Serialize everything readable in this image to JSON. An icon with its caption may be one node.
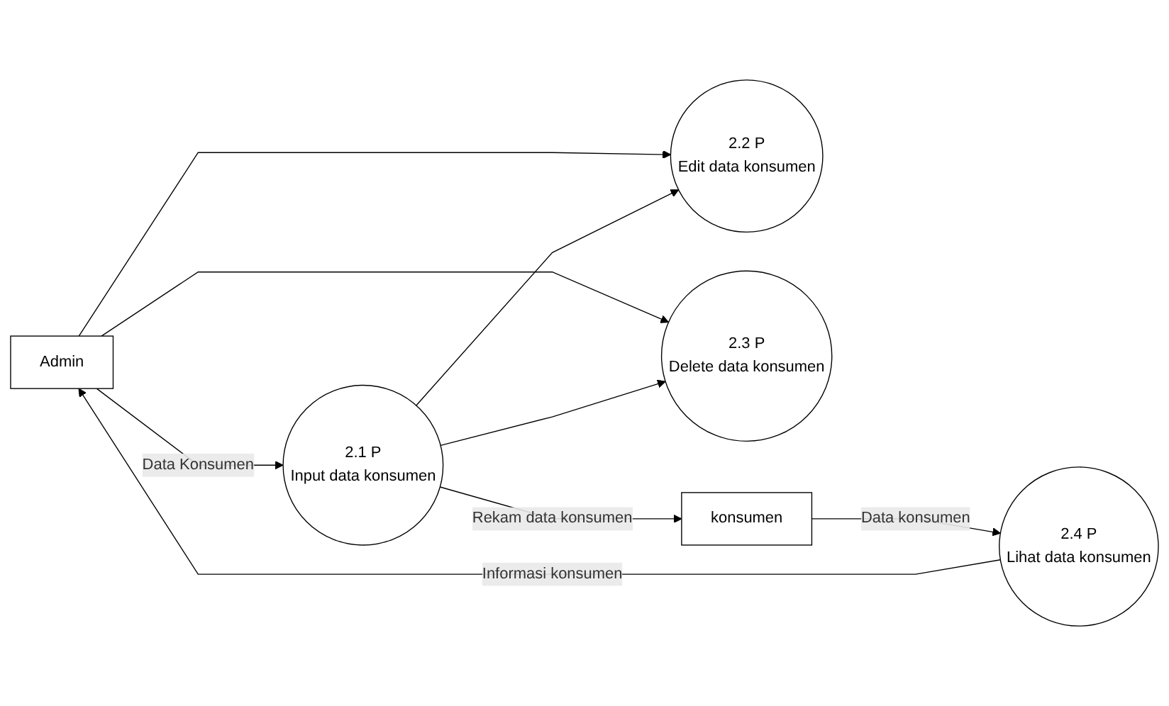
{
  "diagram": {
    "nodes": [
      {
        "text": [
          "Admin"
        ]
      },
      {
        "text": [
          "2.1 P",
          "Input data konsumen"
        ]
      },
      {
        "text": [
          "2.2 P",
          "Edit data konsumen"
        ]
      },
      {
        "text": [
          "2.3 P",
          "Delete data konsumen"
        ]
      },
      {
        "text": [
          "konsumen"
        ]
      },
      {
        "text": [
          "2.4 P",
          "Lihat data konsumen"
        ]
      }
    ],
    "edges": [
      {
        "from": 0,
        "to": 1,
        "arrow": "to",
        "label": "Data Konsumen"
      },
      {
        "from": 0,
        "to": 2,
        "arrow": "to"
      },
      {
        "from": 0,
        "to": 3,
        "arrow": "to"
      },
      {
        "from": 1,
        "to": 4,
        "arrow": "to",
        "label": "Rekam data konsumen"
      },
      {
        "from": 1,
        "to": 2,
        "arrow": "to"
      },
      {
        "from": 1,
        "to": 3,
        "arrow": "to"
      },
      {
        "from": 4,
        "to": 5,
        "arrow": "to",
        "label": "Data konsumen"
      },
      {
        "from": 5,
        "to": 0,
        "arrow": "to",
        "label": "Informasi konsumen"
      }
    ]
  }
}
